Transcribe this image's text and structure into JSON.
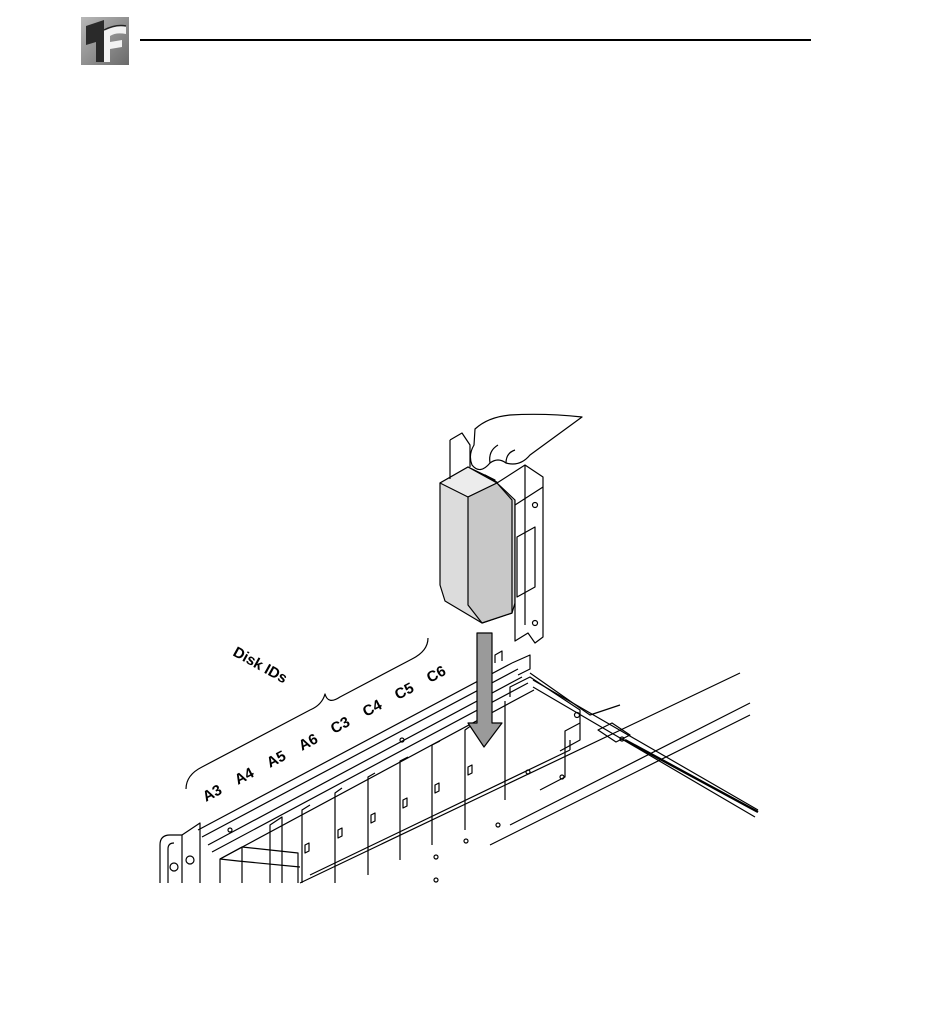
{
  "figure": {
    "group_label": "Disk IDs",
    "slot_labels_a": [
      "A3",
      "A4",
      "A5",
      "A6"
    ],
    "slot_labels_c": [
      "C3",
      "C4",
      "C5",
      "C6"
    ]
  }
}
